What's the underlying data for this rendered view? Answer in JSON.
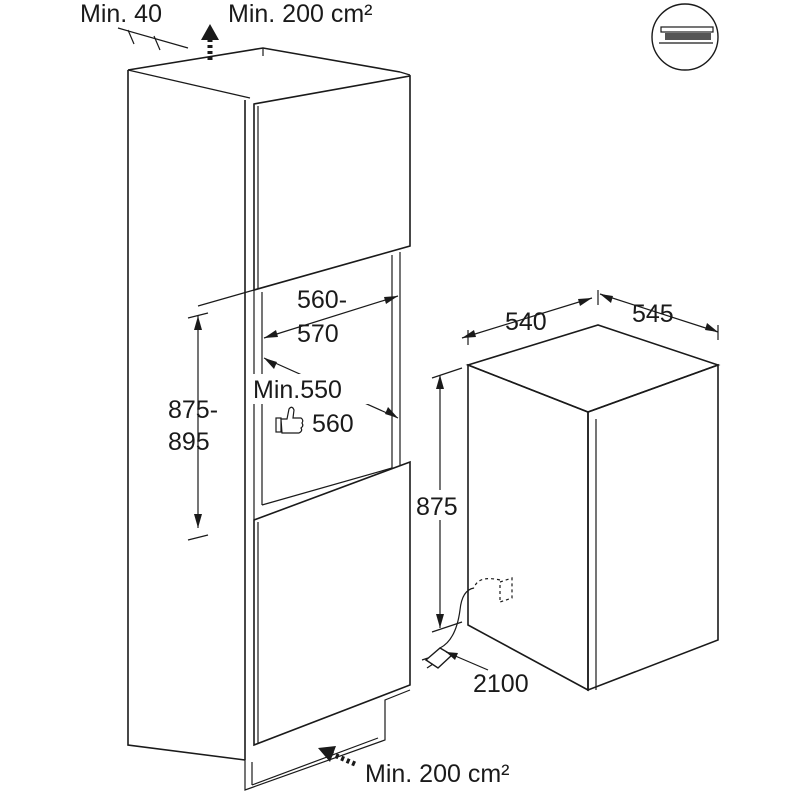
{
  "labels": {
    "min_40": "Min. 40",
    "vent_top": "Min. 200 cm²",
    "width_range_1": "560-",
    "width_range_2": "570",
    "height_range_1": "875-",
    "height_range_2": "895",
    "min_depth": "Min.550",
    "recommended_depth": "560",
    "appliance_width": "540",
    "appliance_depth": "545",
    "appliance_height": "875",
    "cable_length": "2100",
    "vent_bottom": "Min. 200 cm²"
  },
  "icons": {
    "recommended": "thumbs-up-icon",
    "ventilation": "ventilation-arrow-icon",
    "installation_type": "integrated-appliance-icon",
    "plug": "power-plug-icon"
  }
}
